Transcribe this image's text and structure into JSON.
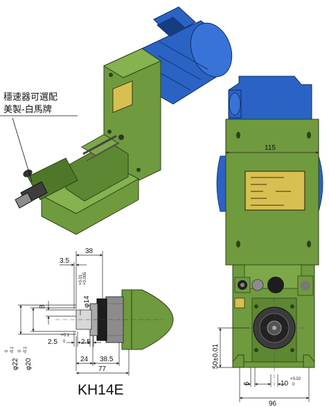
{
  "note": {
    "line1": "穩速器可選配",
    "line2": "美製-白馬牌"
  },
  "model": "KH14E",
  "dimensions": {
    "d38": "38",
    "d3_5": "3.5",
    "d14": "φ14",
    "d14_tol_upper": "+0.01",
    "d14_tol_lower": "+0.005",
    "d8": "8",
    "d22": "φ22",
    "d22_tol_upper": "0",
    "d22_tol_lower": "-0.1",
    "d20": "φ20",
    "d20_tol_upper": "0",
    "d20_tol_lower": "-0.1",
    "d2_5a": "2.5",
    "d2_5a_tol_upper": "+0.1",
    "d2_5a_tol_lower": "0",
    "d2_5b": "2.5",
    "d24": "24",
    "d38_5": "38.5",
    "d77": "77",
    "d115": "115",
    "d50": "50±0.01",
    "d6": "6",
    "d10": "10",
    "d10_tol_upper": "+0.02",
    "d10_tol_lower": "0",
    "d96": "96"
  },
  "colors": {
    "body_green": "#6f9a3e",
    "body_green_dark": "#3f5f22",
    "motor_blue": "#2a63c4",
    "motor_blue_dark": "#163c82",
    "label_gold": "#d8bf52",
    "part_gray": "#8c8c8c"
  }
}
